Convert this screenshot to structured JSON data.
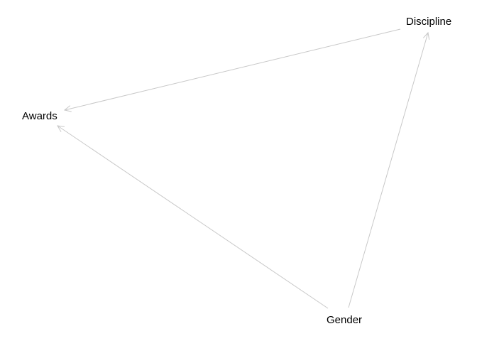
{
  "nodes": [
    {
      "id": "discipline",
      "label": "Discipline"
    },
    {
      "id": "awards",
      "label": "Awards"
    },
    {
      "id": "gender",
      "label": "Gender"
    }
  ],
  "edges": [
    {
      "from": "discipline",
      "to": "awards"
    },
    {
      "from": "gender",
      "to": "awards"
    },
    {
      "from": "gender",
      "to": "discipline"
    }
  ],
  "colors": {
    "edge": "#c8c8c8",
    "label": "#000000",
    "background": "#ffffff"
  }
}
